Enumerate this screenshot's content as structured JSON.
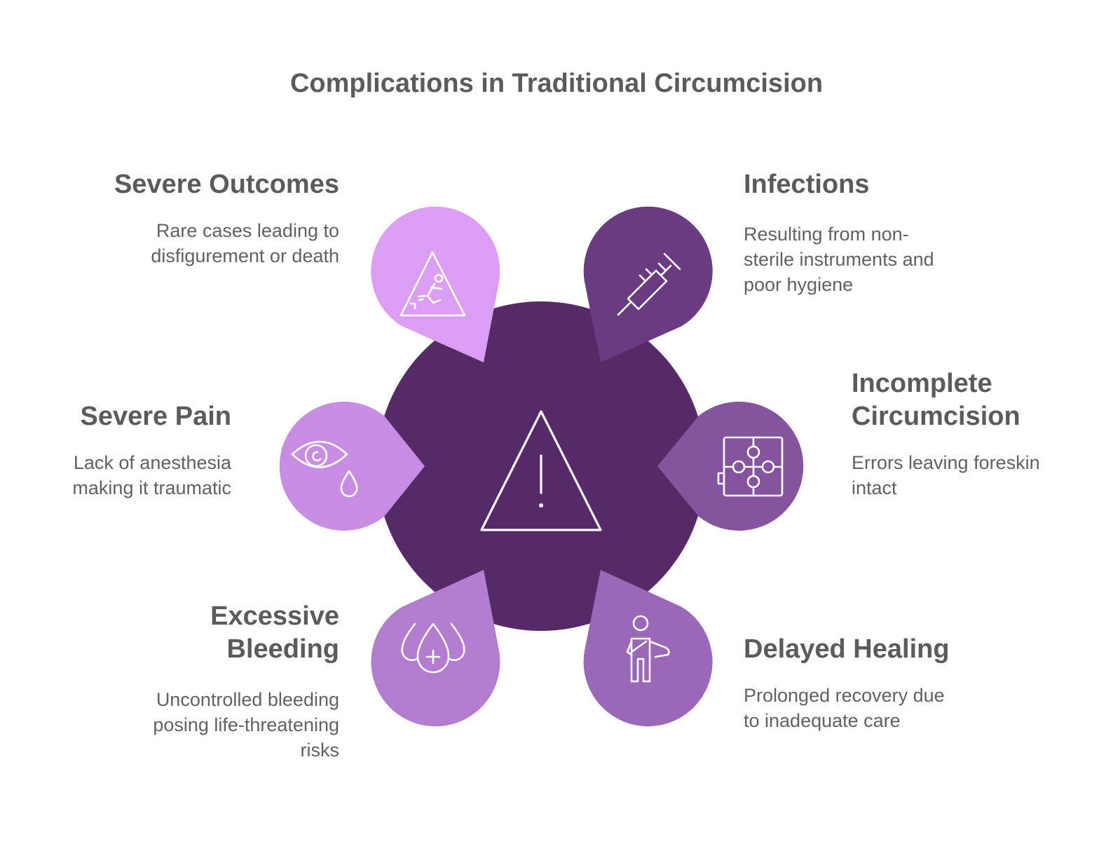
{
  "title": "Complications in Traditional Circumcision",
  "colors": {
    "hub": "#552a66",
    "severe_outcomes": "#dc9ef5",
    "infections": "#6a3b80",
    "severe_pain": "#c78de5",
    "incomplete_circumcision": "#84549c",
    "excessive_bleeding": "#b27ccf",
    "delayed_healing": "#9a68b6",
    "heading_text": "#5b5b5b",
    "body_text": "#616161"
  },
  "center": {
    "icon": "warning-triangle-icon"
  },
  "items": [
    {
      "id": "severe_outcomes",
      "heading": "Severe Outcomes",
      "heading_lines": [
        "Severe Outcomes"
      ],
      "description_lines": [
        "Rare cases leading to",
        "disfigurement or death"
      ],
      "icon": "fall-hazard-icon"
    },
    {
      "id": "infections",
      "heading": "Infections",
      "heading_lines": [
        "Infections"
      ],
      "description_lines": [
        "Resulting from non-",
        "sterile instruments and",
        "poor hygiene"
      ],
      "icon": "syringe-icon"
    },
    {
      "id": "severe_pain",
      "heading": "Severe Pain",
      "heading_lines": [
        "Severe Pain"
      ],
      "description_lines": [
        "Lack of anesthesia",
        "making it traumatic"
      ],
      "icon": "crying-eye-icon"
    },
    {
      "id": "incomplete_circumcision",
      "heading": "Incomplete Circumcision",
      "heading_lines": [
        "Incomplete",
        "Circumcision"
      ],
      "description_lines": [
        "Errors leaving foreskin",
        "intact"
      ],
      "icon": "puzzle-icon"
    },
    {
      "id": "excessive_bleeding",
      "heading": "Excessive Bleeding",
      "heading_lines": [
        "Excessive",
        "Bleeding"
      ],
      "description_lines": [
        "Uncontrolled bleeding",
        "posing life-threatening",
        "risks"
      ],
      "icon": "blood-drops-icon"
    },
    {
      "id": "delayed_healing",
      "heading": "Delayed Healing",
      "heading_lines": [
        "Delayed Healing"
      ],
      "description_lines": [
        "Prolonged recovery due",
        "to inadequate care"
      ],
      "icon": "injured-person-icon"
    }
  ]
}
